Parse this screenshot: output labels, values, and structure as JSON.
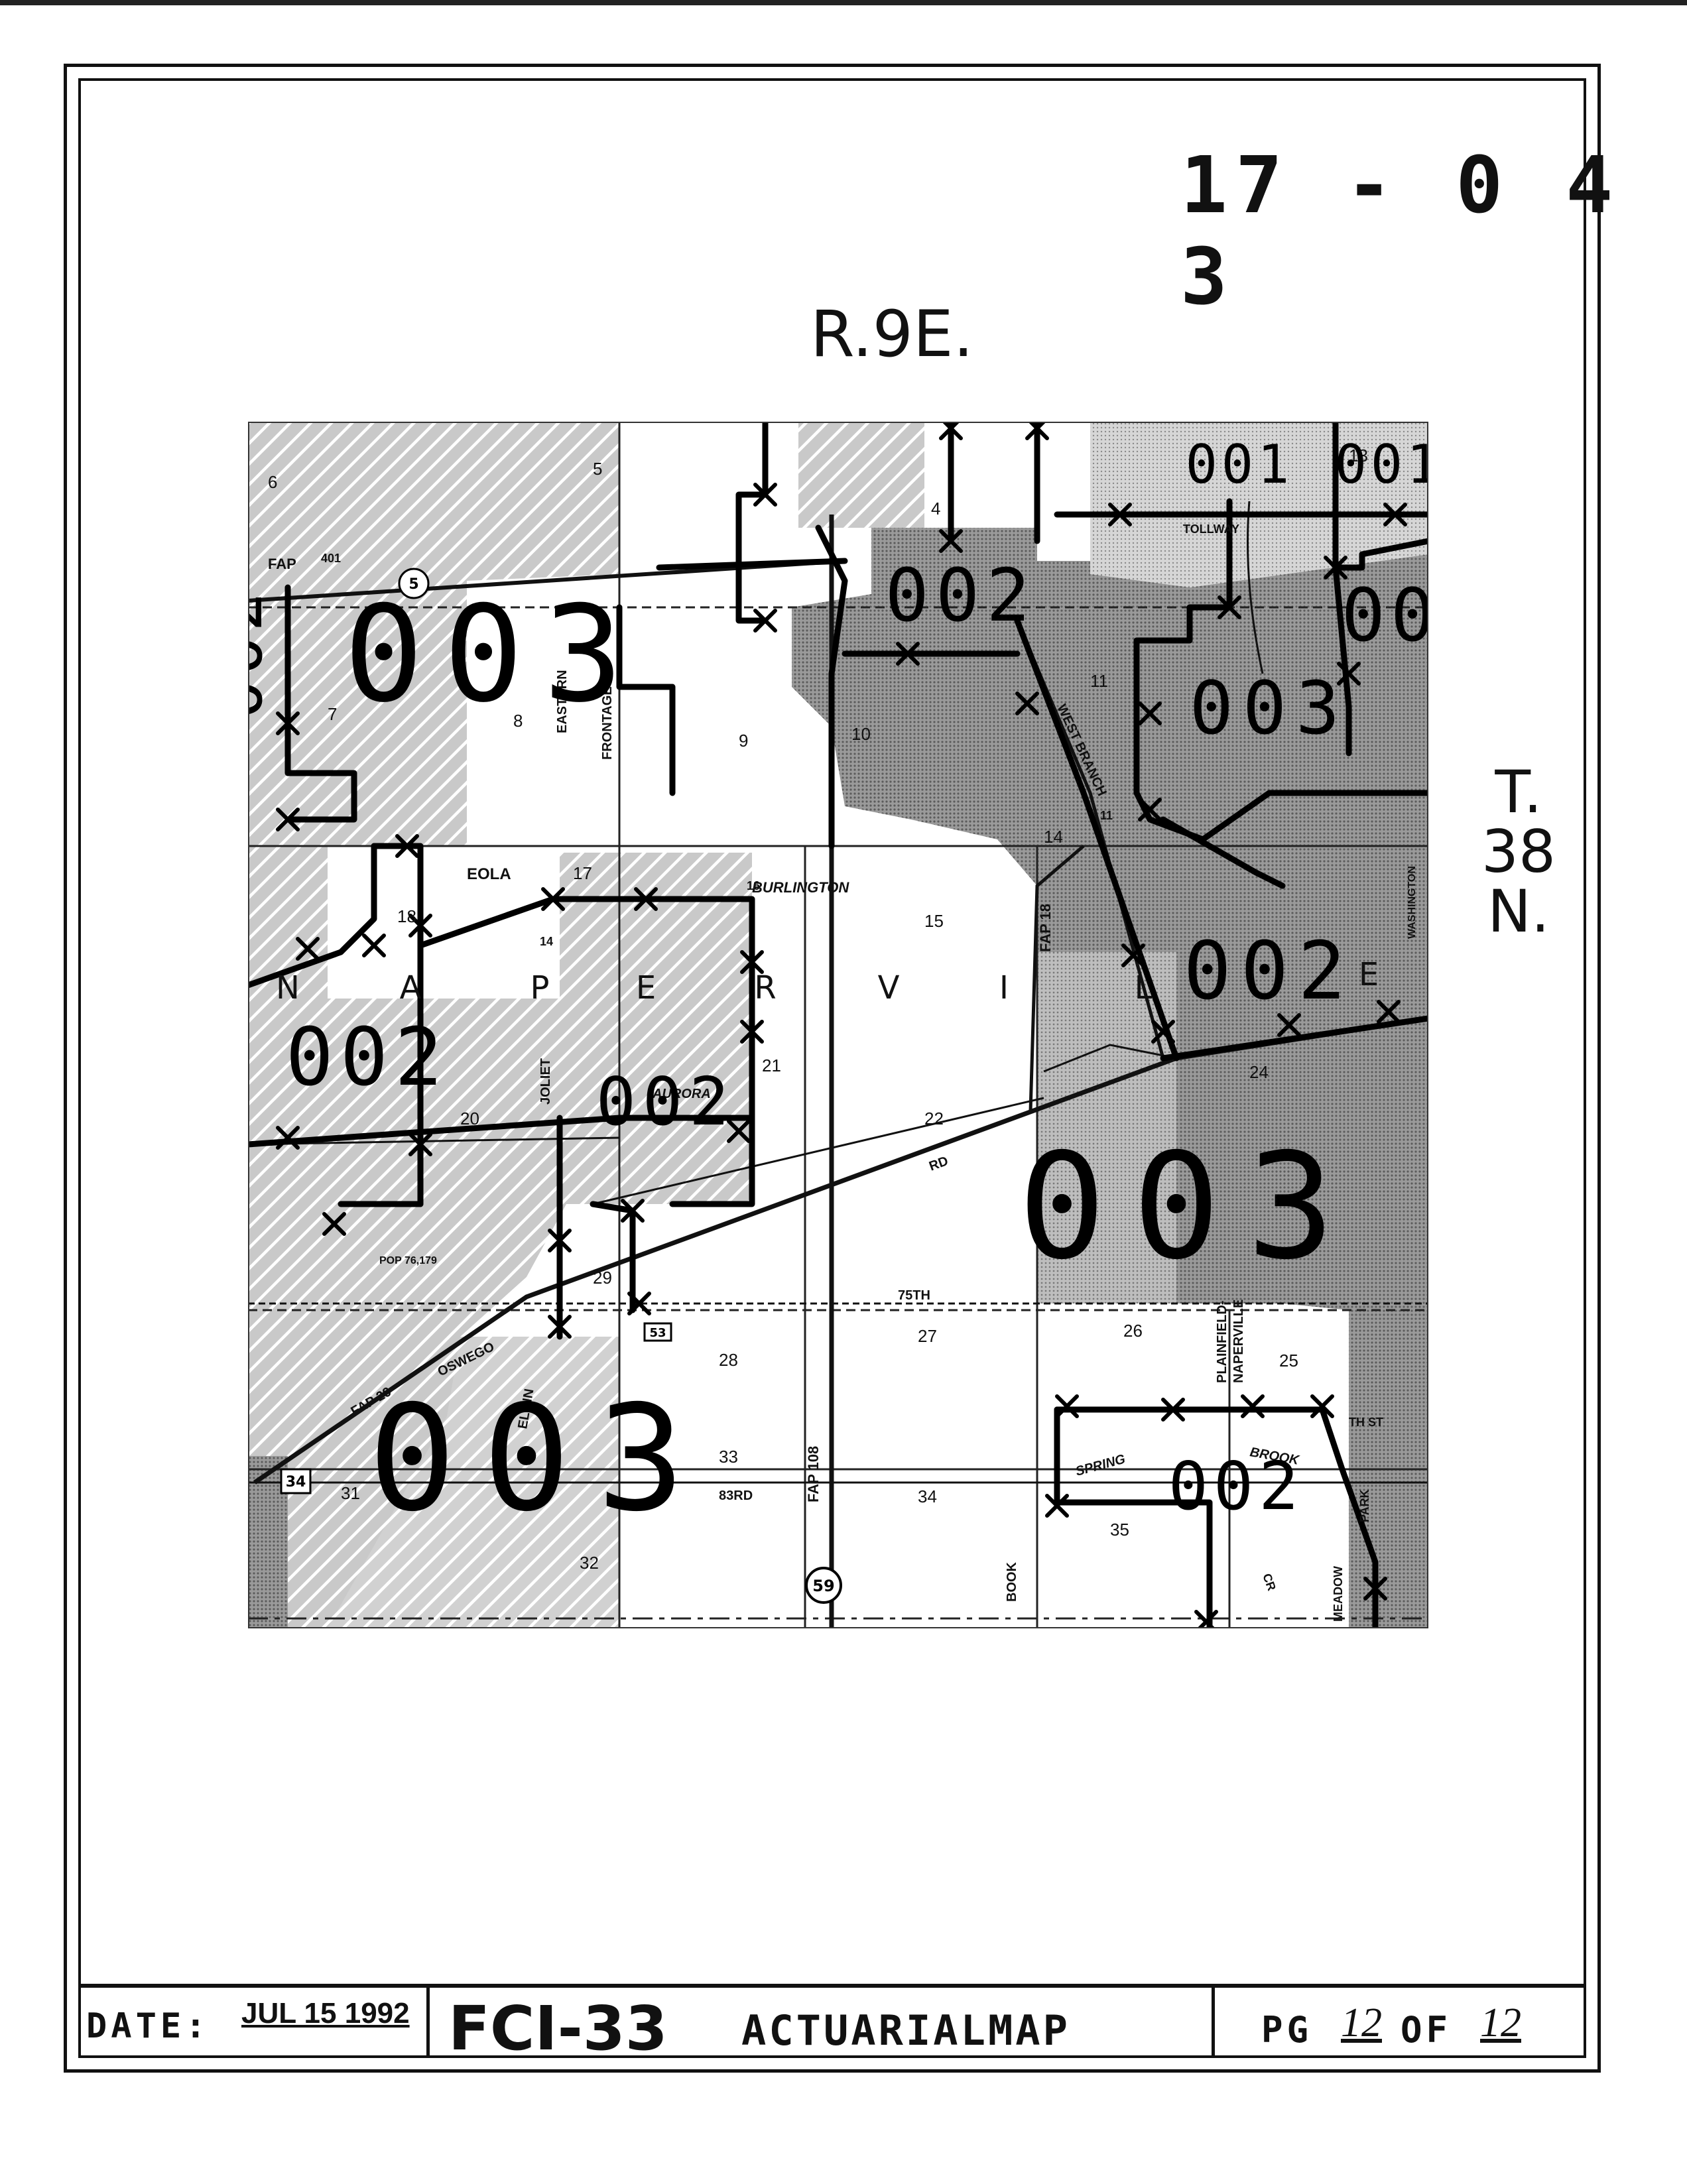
{
  "header": {
    "map_number": "17 - 0 4 3",
    "range": "R.9E.",
    "township": [
      "T.",
      "38",
      "N."
    ]
  },
  "map": {
    "town_letters": [
      "N",
      "A",
      "P",
      "E",
      "R",
      "V",
      "I",
      "L",
      "E"
    ],
    "roads": {
      "tollway": "TOLLWAY",
      "fap_top": "FAP",
      "fap_num": "401",
      "eastern": "EASTERN",
      "frontage": "FRONTAGE",
      "eola": "EOLA",
      "burlington": "BURLINGTON",
      "joliet": "JOLIET",
      "aurora_rd": "AURORA",
      "rd": "RD",
      "west_branch": "WEST BRANCH",
      "fap18": "FAP 18",
      "fap108": "FAP 108",
      "fap29": "FAP 29",
      "oswego": "OSWEGO",
      "st75": "75TH",
      "st83": "83RD",
      "elgin": "ELGIN",
      "spring": "SPRING",
      "brook": "BROOK",
      "book": "BOOK",
      "plainfield": "PLAINFIELD-",
      "naperville": "NAPERVILLE",
      "cr": "CR",
      "meadow": "MEADOW",
      "park": "PARK",
      "th_st": "TH ST",
      "pop": "POP 76,179",
      "washington": "WASHINGTON",
      "r59": "59",
      "r34": "34",
      "r5": "5",
      "r53": "53",
      "r14": "14",
      "r16": "16",
      "r11": "11"
    },
    "sections": [
      "4",
      "5",
      "6",
      "7",
      "8",
      "9",
      "10",
      "11",
      "13",
      "14",
      "15",
      "17",
      "18",
      "20",
      "21",
      "22",
      "24",
      "25",
      "26",
      "27",
      "28",
      "29",
      "31",
      "32",
      "33",
      "34",
      "35"
    ],
    "territory_codes": {
      "top_001_a": "001",
      "top_001_b": "001",
      "upper_002": "002",
      "right_002": "002",
      "left_002_vertical": "002",
      "west_003": "003",
      "east_003": "003",
      "mid_002_right": "002",
      "left_002": "002",
      "center_002": "002",
      "south_east_003": "003",
      "south_west_003": "003",
      "bottom_002": "002"
    }
  },
  "footer": {
    "date_label": "DATE:",
    "date_value": "JUL 15 1992",
    "form_id": "FCI-33",
    "form_title": "ACTUARIALMAP",
    "page_label": "PG",
    "page_current": "12",
    "page_of": "OF",
    "page_total": "12"
  }
}
